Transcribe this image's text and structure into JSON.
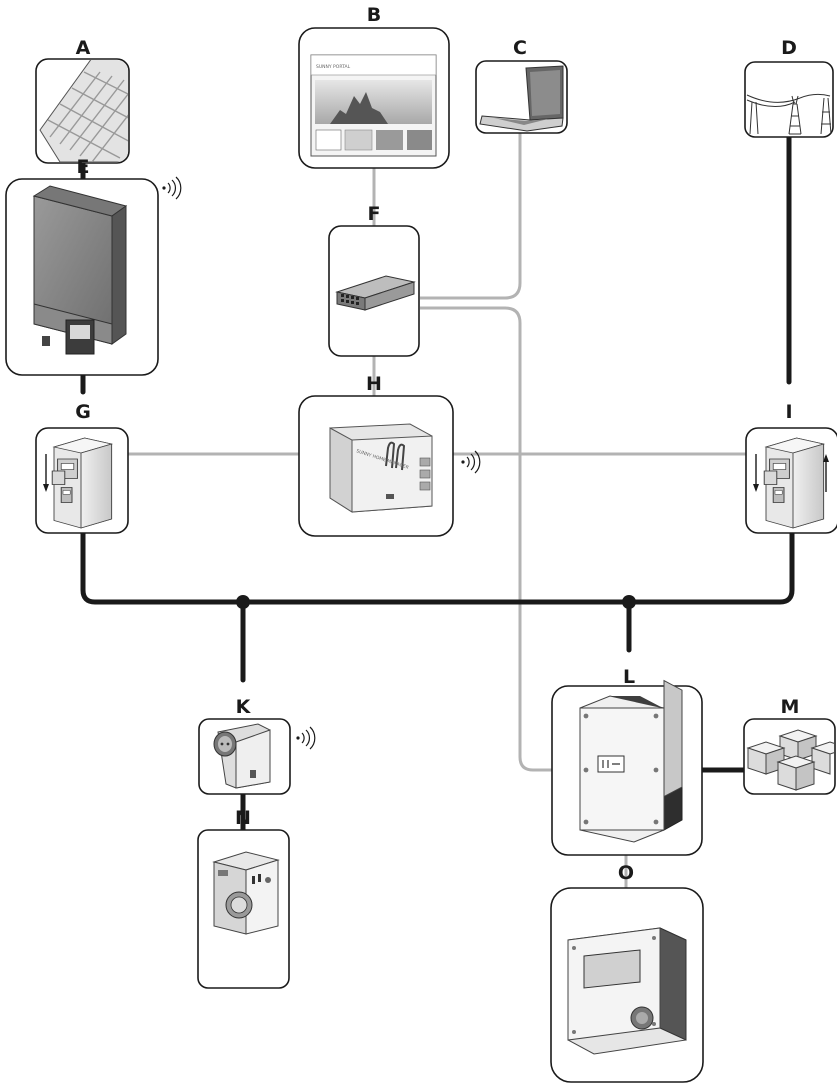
{
  "labels": {
    "a": "A",
    "b": "B",
    "c": "C",
    "d": "D",
    "e": "E",
    "f": "F",
    "g": "G",
    "h": "H",
    "i": "I",
    "k": "K",
    "l": "L",
    "m": "M",
    "n": "N",
    "o": "O"
  },
  "device_text": {
    "portal_title": "SUNNY PORTAL",
    "home_manager": "SUNNY HOME MANAGER"
  },
  "colors": {
    "line_dark": "#1a1a1a",
    "line_light": "#b3b3b3",
    "device_gray": "#8a8a8a",
    "device_light": "#dcdcdc"
  },
  "icons": [
    "pv-module-icon",
    "sunny-portal-screen-icon",
    "laptop-icon",
    "power-grid-icon",
    "pv-inverter-icon",
    "network-switch-icon",
    "energy-meter-icon",
    "home-manager-icon",
    "radio-socket-icon",
    "battery-inverter-icon",
    "battery-icon",
    "washing-machine-icon",
    "display-unit-icon",
    "wireless-signal-icon"
  ]
}
